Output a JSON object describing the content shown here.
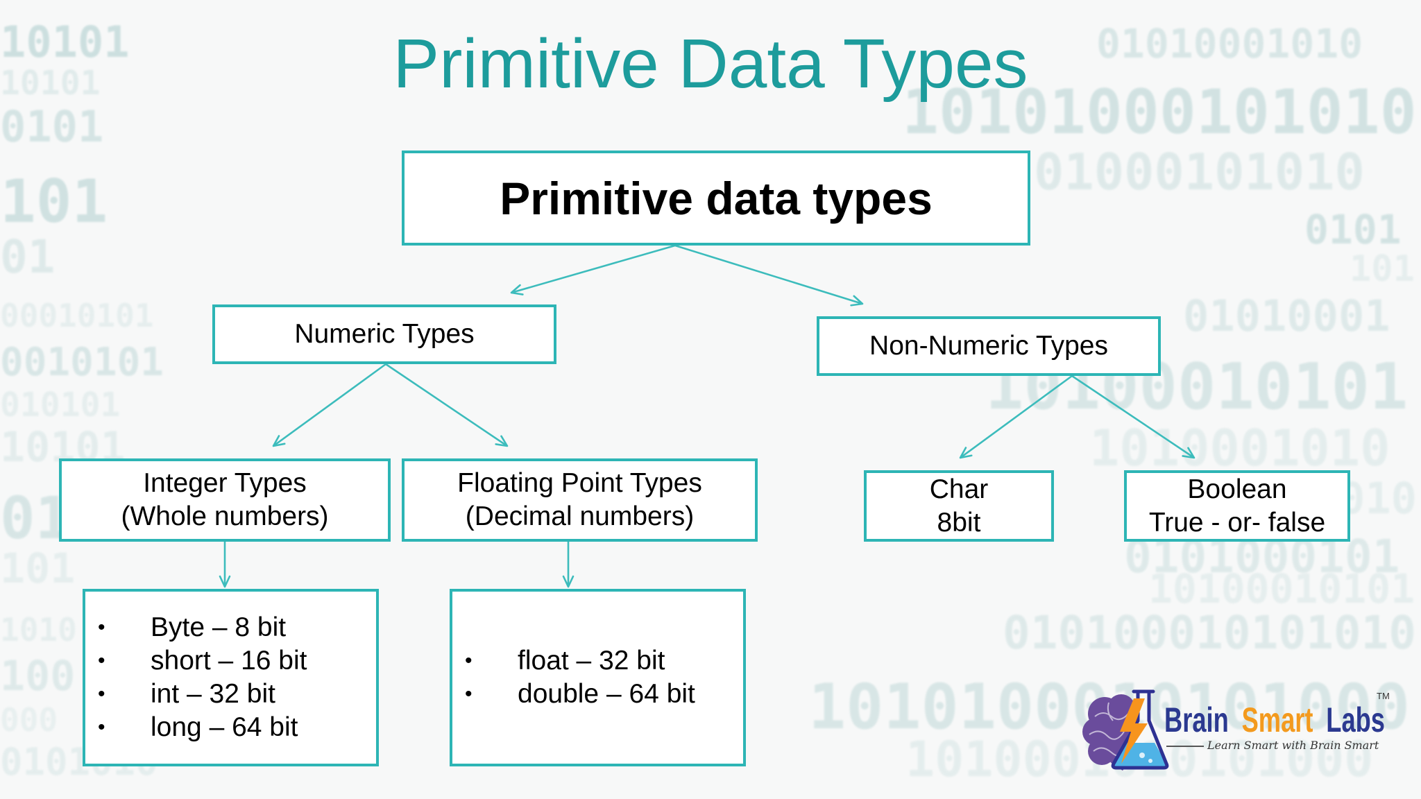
{
  "title": "Primitive Data Types",
  "tree": {
    "root": "Primitive data types",
    "numeric": {
      "label": "Numeric Types",
      "integer": {
        "label": "Integer Types",
        "note": "(Whole numbers)",
        "items": [
          "Byte – 8 bit",
          "short – 16 bit",
          "int – 32 bit",
          "long – 64 bit"
        ]
      },
      "floating": {
        "label": "Floating Point Types",
        "note": "(Decimal numbers)",
        "items": [
          "float – 32 bit",
          "double – 64 bit"
        ]
      }
    },
    "non_numeric": {
      "label": "Non-Numeric Types",
      "char": {
        "label": "Char",
        "note": "8bit"
      },
      "boolean": {
        "label": "Boolean",
        "note": "True - or- false"
      }
    }
  },
  "logo": {
    "brand": [
      "Brain",
      "Smart",
      "Labs"
    ],
    "tagline": "Learn Smart with Brain Smart",
    "trademark": "TM"
  },
  "colors": {
    "title": "#1d9c9c",
    "box_border": "#2db5b5",
    "arrow": "#3cbcbc",
    "brand_blue": "#2b3990",
    "brand_orange": "#f39a1e",
    "brain_purple": "#6a4c9c",
    "flask_outline": "#2e3192",
    "flask_liquid": "#4fb3e6",
    "lightning": "#f7941d",
    "background": "#f7f8f8",
    "watermark_digits": "#7fb3b3"
  },
  "background_digits": {
    "left": [
      "10101",
      "10101",
      "0101",
      "101",
      "01",
      "00010101",
      "0010101",
      "010101",
      "10101",
      "01",
      "101",
      "1010",
      "100",
      "000",
      "0101010"
    ],
    "right": [
      "01010001010",
      "10101000101010",
      "01000101010",
      "0101",
      "101",
      "01010001",
      "10100010101",
      "1010001010",
      "010",
      "0101000101",
      "10100010101",
      "010100010101010",
      "1010100010101000",
      "1010001010101000"
    ]
  }
}
